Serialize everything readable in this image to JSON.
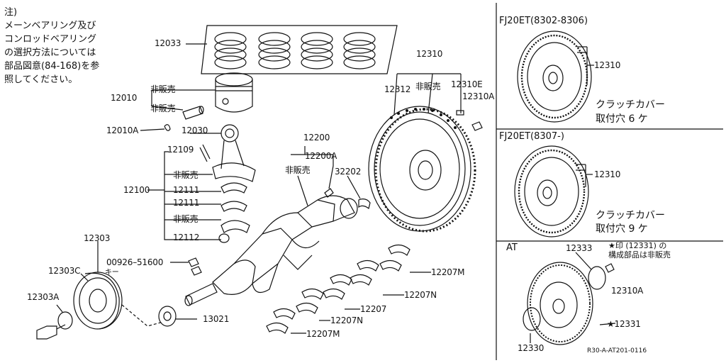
{
  "note": {
    "lines": [
      "注)",
      "メーンベアリング及び",
      "コンロッドベアリング",
      "の選択方法については",
      "部品図意(84-168)を参",
      "照してください。"
    ]
  },
  "labels": {
    "p12033": "12033",
    "p12010": "12010",
    "hibanbai_1": "非販売",
    "hibanbai_2": "非販売",
    "p12010a": "12010A",
    "p12030": "12030",
    "p12109": "12109",
    "hibanbai_3": "非販売",
    "p12100": "12100",
    "p12111_a": "12111",
    "p12111_b": "12111",
    "hibanbai_4": "非販売",
    "p12112": "12112",
    "p12303": "12303",
    "p12303c": "12303C",
    "p12303a": "12303A",
    "p00926": "00926",
    "p51600": "51600",
    "key": "キー",
    "p13021": "13021",
    "p12200": "12200",
    "p12200a": "12200A",
    "hibanbai_5": "非販売",
    "p32202": "32202",
    "p12310": "12310",
    "p12312": "12312",
    "hibanbai_6": "非販売",
    "p12310e": "12310E",
    "p12310a": "12310A",
    "p12207m_1": "12207M",
    "p12207n_1": "12207N",
    "p12207": "12207",
    "p12207n_2": "12207N",
    "p12207m_2": "12207M"
  },
  "panels": {
    "top": {
      "header": "FJ20ET(8302-8306)",
      "part": "12310",
      "callout_1": "クラッチカバー",
      "callout_2": "取付穴 6 ケ"
    },
    "mid": {
      "header": "FJ20ET(8307-)",
      "part": "12310",
      "callout_1": "クラッチカバー",
      "callout_2": "取付穴 9 ケ"
    },
    "bot": {
      "header": "AT",
      "p12333": "12333",
      "star_note_1": "★印 (12331) の",
      "star_note_2": "構成部品は非販売",
      "p12310a": "12310A",
      "p12331": "★12331",
      "p12330": "12330",
      "ref": "R30-A-AT201-0116"
    }
  }
}
